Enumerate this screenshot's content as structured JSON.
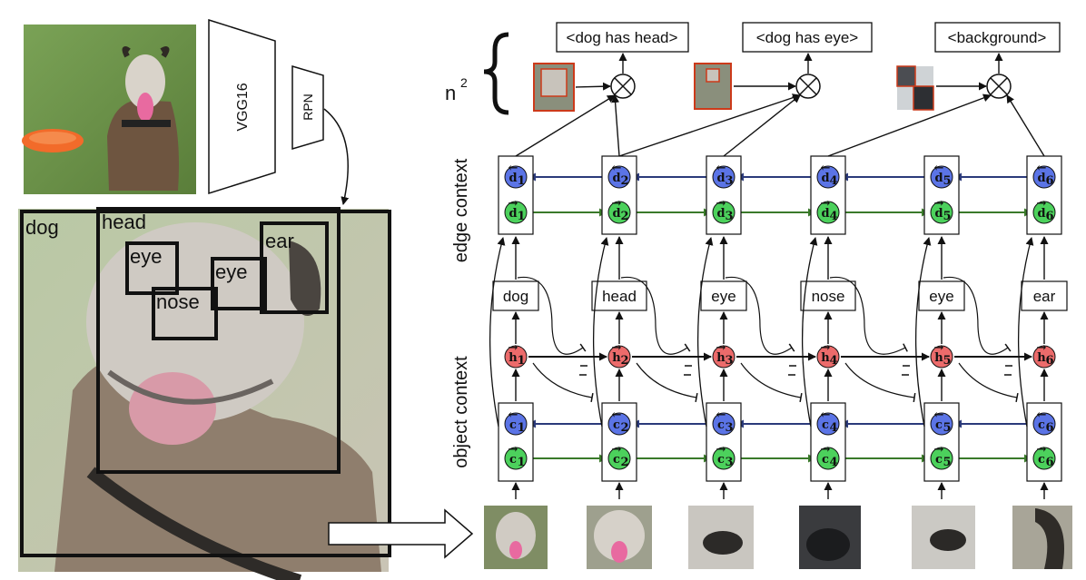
{
  "network": {
    "backbone": "VGG16",
    "proposal": "RPN"
  },
  "colors": {
    "blue_node": "#5b74e6",
    "green_node": "#4cd15c",
    "red_node": "#ec6b6b",
    "blue_edge": "#2b3a7a",
    "green_edge": "#3a7a2a",
    "crop_border": "#cc3a1a"
  },
  "boxes": {
    "dog": "dog",
    "head": "head",
    "eye1": "eye",
    "nose": "nose",
    "eye2": "eye",
    "ear": "ear"
  },
  "sections": {
    "edge": "edge context",
    "object": "object context",
    "pairs_exp": "2",
    "pairs_base": "n"
  },
  "outputs": [
    "<dog has head>",
    "<dog has eye>",
    "<background>"
  ],
  "columns": [
    {
      "label": "dog",
      "idx": "1"
    },
    {
      "label": "head",
      "idx": "2"
    },
    {
      "label": "eye",
      "idx": "3"
    },
    {
      "label": "nose",
      "idx": "4"
    },
    {
      "label": "eye",
      "idx": "5"
    },
    {
      "label": "ear",
      "idx": "6"
    }
  ],
  "symbols": {
    "d": "d",
    "h": "h",
    "c": "c",
    "times": "⊗"
  }
}
